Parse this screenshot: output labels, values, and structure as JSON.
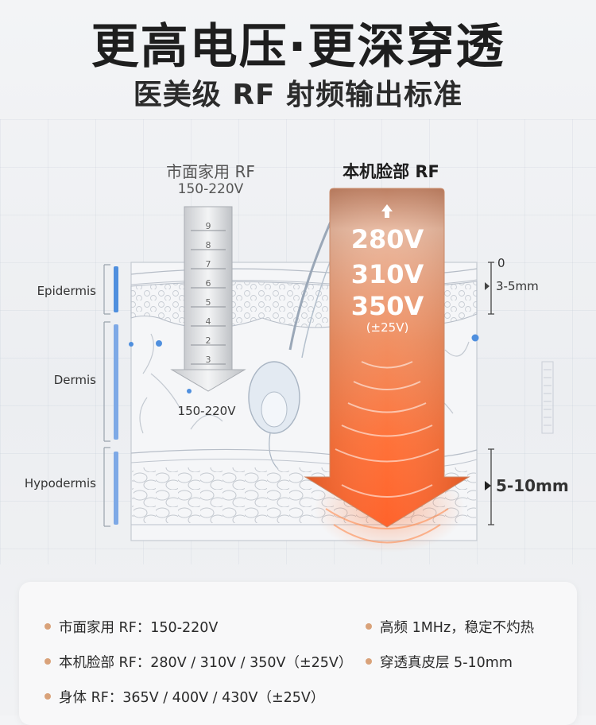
{
  "header": {
    "title": "更高电压·更深穿透",
    "subtitle": "医美级 RF 射频输出标准"
  },
  "comparison": {
    "home_label": "市面家用 RF",
    "home_range": "150-220V",
    "device_label": "本机脸部 RF",
    "device_voltages": [
      "280V",
      "310V",
      "350V"
    ],
    "device_tolerance": "(±25V)",
    "home_arrow_ticks": [
      "9",
      "8",
      "7",
      "6",
      "5",
      "4",
      "2",
      "3"
    ],
    "home_arrow_bottom_label": "150-220V"
  },
  "skin": {
    "layers": [
      "Epidermis",
      "Dermis",
      "Hypodermis"
    ],
    "depth_top": "0",
    "depth_epidermis": "3-5mm",
    "depth_deep": "5-10mm"
  },
  "specs": {
    "items": [
      "市面家用 RF：150-220V",
      "高频 1MHz，稳定不灼热",
      "本机脸部 RF：280V / 310V / 350V（±25V）",
      "穿透真皮层 5-10mm",
      "身体 RF：365V / 400V / 430V（±25V）"
    ]
  },
  "colors": {
    "accent_orange": "#ff6a2e",
    "copper": "#c98a6a",
    "bullet": "#d9a27a",
    "ruler_blue": "#4f8fde"
  }
}
